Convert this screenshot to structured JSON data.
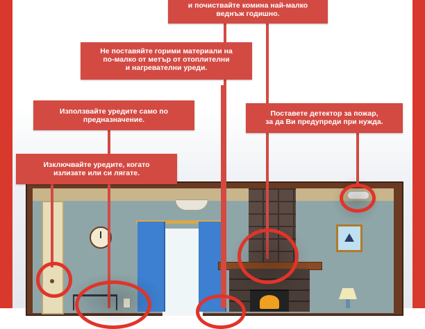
{
  "tips": {
    "chimney": "и почиствайте комина най-малко\nведнъж годишно.",
    "materials": "Не поставяйте горими материали на\nпо-малко от метър от отоплителни\nи нагревателни уреди.",
    "usage": "Използвайте уредите само по\nпредназначение.",
    "detector": "Поставете детектор за пожар,\nза да Ви предупреди при нужда.",
    "switch_off": "Изключвайте уредите, когато\nизлизате или си лягате."
  },
  "colors": {
    "frame": "#d9382c",
    "tip_box": "#d34a43",
    "highlight_circle": "#e0342a",
    "wall": "#8fa6a8",
    "curtains": "#3d7fd0"
  },
  "icons": [
    "clock-icon",
    "ceiling-lamp-icon",
    "smoke-detector-icon",
    "picture-frame-icon",
    "table-lamp-icon",
    "fireplace-icon",
    "heater-icon"
  ]
}
